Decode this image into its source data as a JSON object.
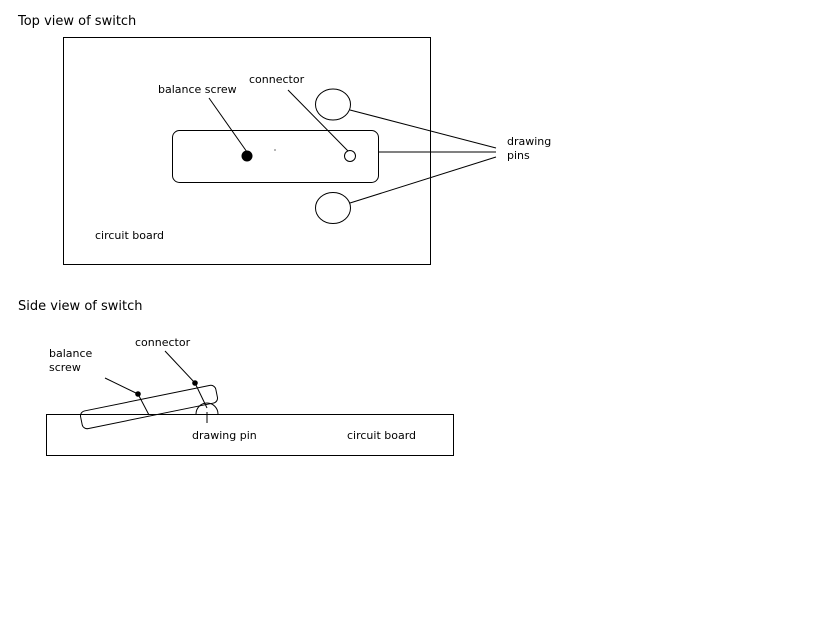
{
  "top_view": {
    "title": "Top view of switch",
    "labels": {
      "balance_screw": "balance screw",
      "connector": "connector",
      "drawing_pins_line1": "drawing",
      "drawing_pins_line2": "pins",
      "circuit_board": "circuit board"
    }
  },
  "side_view": {
    "title": "Side view of switch",
    "labels": {
      "balance_screw_line1": "balance",
      "balance_screw_line2": "screw",
      "connector": "connector",
      "drawing_pin": "drawing pin",
      "circuit_board": "circuit board"
    }
  }
}
